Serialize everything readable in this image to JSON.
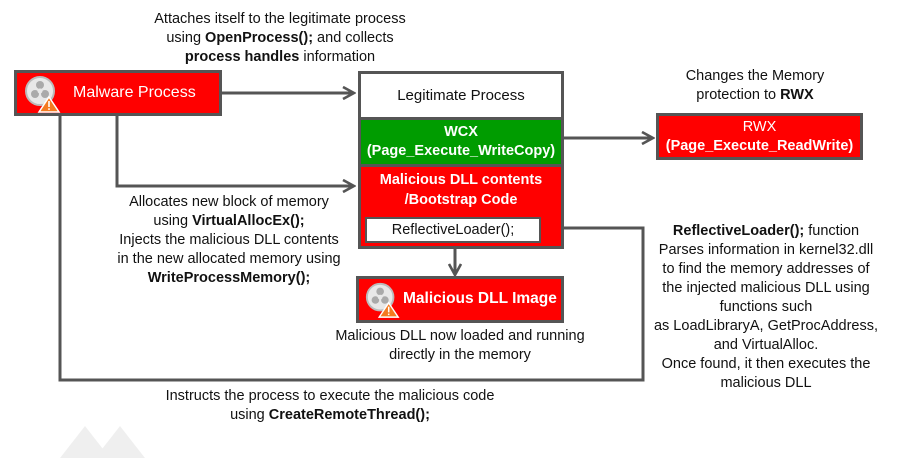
{
  "diagram": {
    "nodes": {
      "malware_process": {
        "label": "Malware Process",
        "icon": "biohazard-warning-icon"
      },
      "legitimate_process": {
        "label": "Legitimate Process"
      },
      "wcx": {
        "line1": "WCX",
        "line2": "(Page_Execute_WriteCopy)"
      },
      "malicious_contents": {
        "line1": "Malicious DLL contents",
        "line2": "/Bootstrap Code"
      },
      "reflective_loader": {
        "label": "ReflectiveLoader();"
      },
      "rwx": {
        "line1": "RWX",
        "line2": "(Page_Execute_ReadWrite)"
      },
      "malicious_dll_image": {
        "label": "Malicious DLL Image",
        "icon": "biohazard-warning-icon"
      }
    },
    "annotations": {
      "attach": {
        "line1": "Attaches itself to the legitimate process",
        "line2_pre": "using ",
        "line2_bold": "OpenProcess();",
        "line2_post": " and collects",
        "line3_bold": "process handles",
        "line3_post": " information"
      },
      "memory_protection": {
        "line1": "Changes the Memory",
        "line2_pre": "protection to ",
        "line2_bold": "RWX"
      },
      "allocate": {
        "line1": "Allocates new block of memory",
        "line2_pre": "using ",
        "line2_bold": "VirtualAllocEx();",
        "line3": "Injects the malicious DLL contents",
        "line4": "in the new allocated memory using",
        "line5_bold": "WriteProcessMemory();"
      },
      "loaded": {
        "line1": "Malicious DLL now loaded and running",
        "line2": "directly in the memory"
      },
      "reflective_loader_desc": {
        "line1_bold": "ReflectiveLoader();",
        "line1_post": " function",
        "line2": "Parses information in kernel32.dll",
        "line3": "to find the memory addresses of",
        "line4": "the injected malicious DLL using",
        "line5": "functions such",
        "line6": "as LoadLibraryA, GetProcAddress,",
        "line7": "and VirtualAlloc.",
        "line8": "Once found, it then executes the",
        "line9": "malicious DLL"
      },
      "execute": {
        "line1": "Instructs the process to execute the malicious code",
        "line2_pre": "using ",
        "line2_bold": "CreateRemoteThread();"
      }
    },
    "colors": {
      "malicious_red": "#ff0000",
      "wcx_green": "#009c00",
      "border_gray": "#555555",
      "warning_orange": "#f47a20"
    }
  }
}
